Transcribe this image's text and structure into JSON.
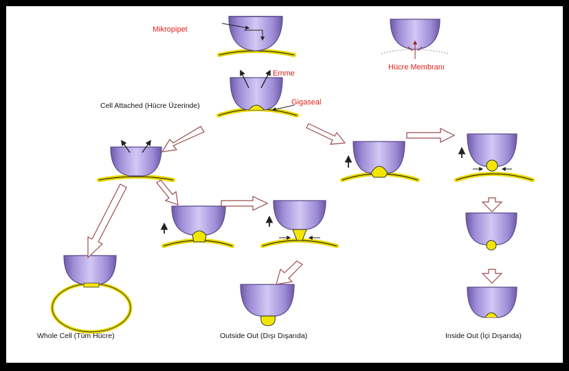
{
  "labels": {
    "micropipette": "Mikropipet",
    "cell_membrane": "Hücre Membranı",
    "suction": "Emme",
    "gigaseal": "Gigaseal",
    "cell_attached": "Cell Attached (Hücre Üzerinde)",
    "whole_cell": "Whole Cell (Tüm Hücre)",
    "outside_out": "Outside Out (Dışı Dışarıda)",
    "inside_out": "Inside Out (İçi Dışarıda)"
  },
  "colors": {
    "pipette_fill": "#b7a8e8",
    "pipette_dark": "#6f5aa8",
    "membrane": "#f2e600",
    "arrow": "#a85050",
    "label_red": "#e0201a"
  }
}
